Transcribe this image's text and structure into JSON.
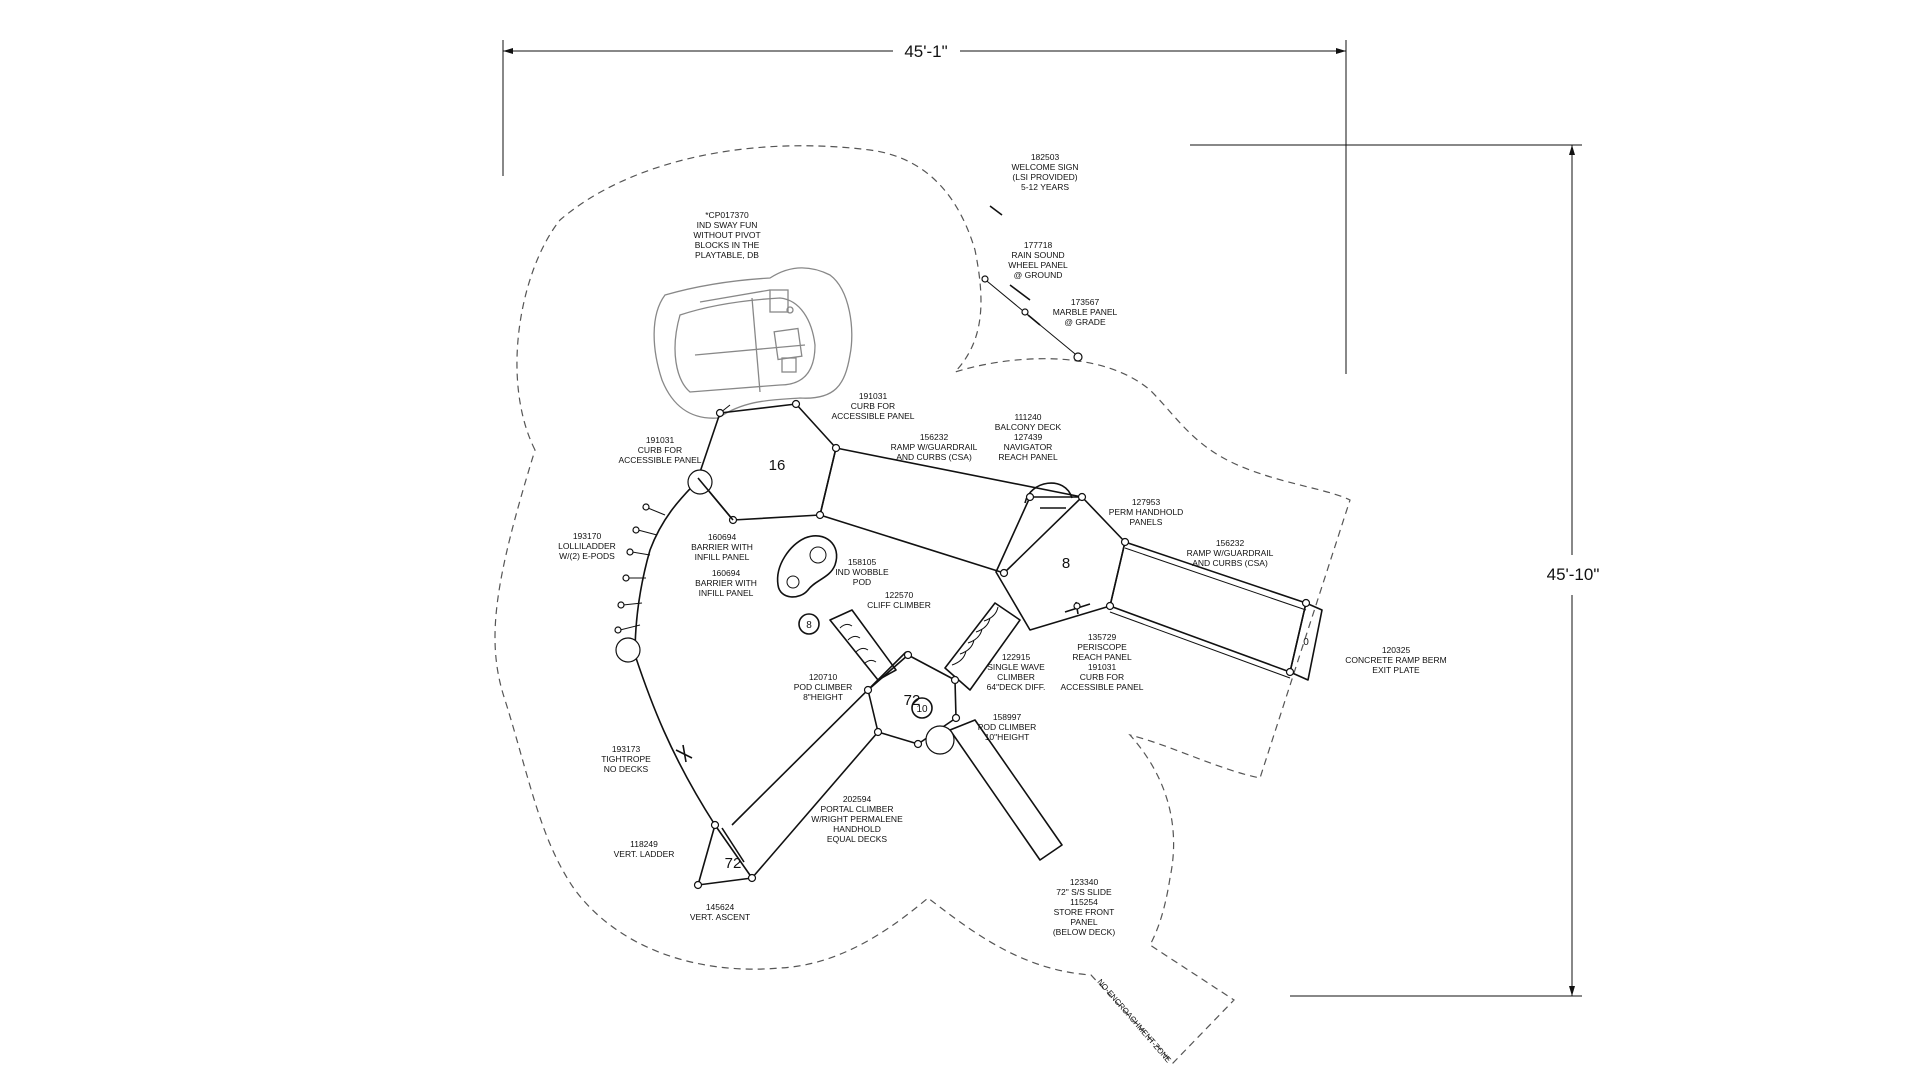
{
  "dimensions": {
    "width": "45'-1\"",
    "height": "45'-10\""
  },
  "deck_heights": {
    "upper_left_deck": "16",
    "balcony_deck": "8",
    "lower_deck": "72",
    "triangle_deck": "72",
    "exit_plate": "0",
    "pod_8": "8",
    "pod_10": "10"
  },
  "no_encroachment_zone": "NO-ENCROACHMENT-ZONE",
  "labels": [
    {
      "id": "welcome-sign",
      "lines": [
        "182503",
        "WELCOME SIGN",
        "(LSI PROVIDED)",
        "5-12 YEARS"
      ]
    },
    {
      "id": "sway-fun",
      "lines": [
        "*CP017370",
        "IND SWAY FUN",
        "WITHOUT PIVOT",
        "BLOCKS IN THE",
        "PLAYTABLE, DB"
      ]
    },
    {
      "id": "rain-sound",
      "lines": [
        "177718",
        "RAIN SOUND",
        "WHEEL PANEL",
        "@ GROUND"
      ]
    },
    {
      "id": "marble-panel",
      "lines": [
        "173567",
        "MARBLE PANEL",
        "@ GRADE"
      ]
    },
    {
      "id": "curb-accessible-top",
      "lines": [
        "191031",
        "CURB FOR",
        "ACCESSIBLE PANEL"
      ]
    },
    {
      "id": "ramp-upper",
      "lines": [
        "156232",
        "RAMP W/GUARDRAIL",
        "AND CURBS (CSA)"
      ]
    },
    {
      "id": "balcony-navigator",
      "lines": [
        "111240",
        "BALCONY DECK",
        "127439",
        "NAVIGATOR",
        "REACH PANEL"
      ]
    },
    {
      "id": "curb-accessible-left",
      "lines": [
        "191031",
        "CURB FOR",
        "ACCESSIBLE PANEL"
      ]
    },
    {
      "id": "perm-handhold",
      "lines": [
        "127953",
        "PERM HANDHOLD",
        "PANELS"
      ]
    },
    {
      "id": "lolliladder",
      "lines": [
        "193170",
        "LOLLILADDER",
        "W/(2) E-PODS"
      ]
    },
    {
      "id": "barrier-1",
      "lines": [
        "160694",
        "BARRIER WITH",
        "INFILL PANEL"
      ]
    },
    {
      "id": "barrier-2",
      "lines": [
        "160694",
        "BARRIER WITH",
        "INFILL PANEL"
      ]
    },
    {
      "id": "ramp-right",
      "lines": [
        "156232",
        "RAMP W/GUARDRAIL",
        "AND CURBS (CSA)"
      ]
    },
    {
      "id": "wobble-pod",
      "lines": [
        "158105",
        "IND WOBBLE",
        "POD"
      ]
    },
    {
      "id": "cliff-climber",
      "lines": [
        "122570",
        "CLIFF CLIMBER"
      ]
    },
    {
      "id": "periscope",
      "lines": [
        "135729",
        "PERISCOPE",
        "REACH PANEL",
        "191031",
        "CURB FOR",
        "ACCESSIBLE PANEL"
      ]
    },
    {
      "id": "concrete-ramp",
      "lines": [
        "120325",
        "CONCRETE RAMP BERM",
        "EXIT PLATE"
      ]
    },
    {
      "id": "wave-climber",
      "lines": [
        "122915",
        "SINGLE WAVE",
        "CLIMBER",
        "64\"DECK DIFF."
      ]
    },
    {
      "id": "pod-climber-8",
      "lines": [
        "120710",
        "POD CLIMBER",
        "8\"HEIGHT"
      ]
    },
    {
      "id": "pod-climber-10",
      "lines": [
        "158997",
        "POD CLIMBER",
        "10\"HEIGHT"
      ]
    },
    {
      "id": "tightrope",
      "lines": [
        "193173",
        "TIGHTROPE",
        "NO DECKS"
      ]
    },
    {
      "id": "portal-climber",
      "lines": [
        "202594",
        "PORTAL CLIMBER",
        "W/RIGHT PERMALENE",
        "HANDHOLD",
        "EQUAL DECKS"
      ]
    },
    {
      "id": "vert-ladder",
      "lines": [
        "118249",
        "VERT. LADDER"
      ]
    },
    {
      "id": "vert-ascent",
      "lines": [
        "145624",
        "VERT. ASCENT"
      ]
    },
    {
      "id": "slide-store",
      "lines": [
        "123340",
        "72\" S/S SLIDE",
        "115254",
        "STORE FRONT",
        "PANEL",
        "(BELOW DECK)"
      ]
    }
  ]
}
